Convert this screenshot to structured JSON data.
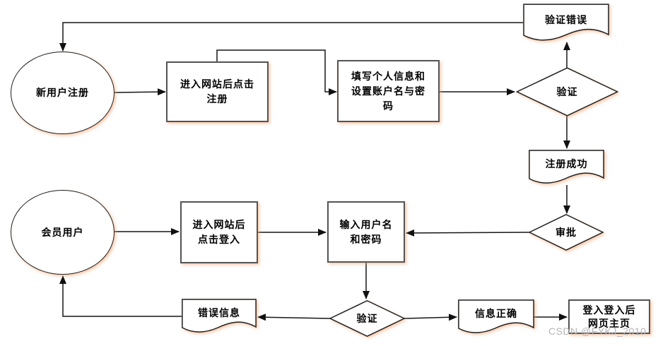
{
  "diagram": {
    "title_hint": "user registration and login flowchart",
    "nodes": {
      "new_user_register": "新用户注册",
      "enter_site_register": "进入网站后点击\n注册",
      "fill_personal_info": "填写个人信息和\n设置账户名与密\n码",
      "verify_register": "验证",
      "verify_error": "验证错误",
      "register_success": "注册成功",
      "approve": "审批",
      "member_user": "会员用户",
      "enter_site_login": "进入网站后\n点击登入",
      "input_credentials": "输入用户名\n和密码",
      "verify_login": "验证",
      "error_info": "错误信息",
      "info_correct": "信息正确",
      "login_homepage": "登入登入后\n网页主页"
    },
    "edges": [
      {
        "from": "new_user_register",
        "to": "enter_site_register"
      },
      {
        "from": "enter_site_register",
        "to": "fill_personal_info"
      },
      {
        "from": "fill_personal_info",
        "to": "verify_register"
      },
      {
        "from": "verify_register",
        "to": "verify_error"
      },
      {
        "from": "verify_error",
        "to": "new_user_register"
      },
      {
        "from": "verify_register",
        "to": "register_success"
      },
      {
        "from": "register_success",
        "to": "approve"
      },
      {
        "from": "approve",
        "to": "input_credentials"
      },
      {
        "from": "member_user",
        "to": "enter_site_login"
      },
      {
        "from": "enter_site_login",
        "to": "input_credentials"
      },
      {
        "from": "input_credentials",
        "to": "verify_login"
      },
      {
        "from": "verify_login",
        "to": "error_info"
      },
      {
        "from": "error_info",
        "to": "member_user"
      },
      {
        "from": "verify_login",
        "to": "info_correct"
      },
      {
        "from": "info_correct",
        "to": "login_homepage"
      }
    ],
    "colors": {
      "background": "#ffffff",
      "shape_fill": "#ffffff",
      "stroke": "#1f1f1f",
      "rect_border": "#545454",
      "glow_shadow": "#f49e68",
      "watermark_text": "#b5b5b5"
    }
  },
  "watermark": "CSDN @FYKJ_2010"
}
